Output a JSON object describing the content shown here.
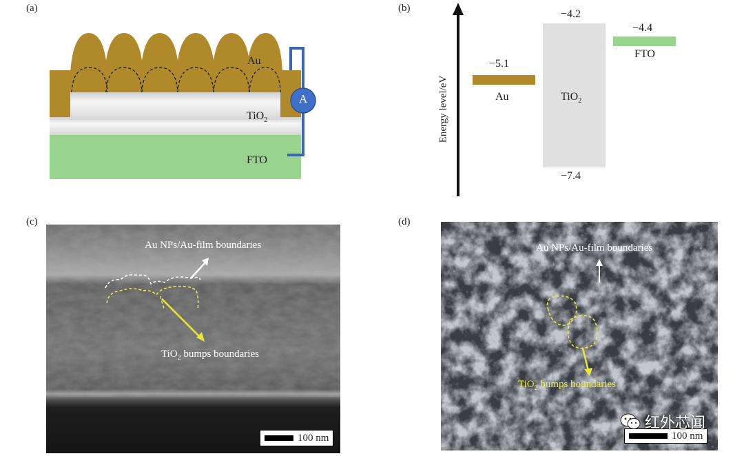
{
  "panels": {
    "a": {
      "label": "(a)",
      "labels": {
        "au": "Au",
        "tio2_main": "TiO",
        "tio2_sub": "2",
        "fto": "FTO",
        "ammeter": "A"
      },
      "colors": {
        "au": "#b08a2a",
        "tio2": "#e2e2e2",
        "fto": "#99d48e",
        "wire": "#3a66b3",
        "meter": "#3f6fc6"
      }
    },
    "b": {
      "label": "(b)",
      "ylabel": "Energy level/eV",
      "au": {
        "label": "Au",
        "value_label": "−5.1",
        "value": -5.1,
        "color": "#b08a2a"
      },
      "tio2": {
        "label_main": "TiO",
        "label_sub": "2",
        "top_label": "−4.2",
        "bottom_label": "−7.4",
        "top": -4.2,
        "bottom": -7.4,
        "color": "#e0e0e0"
      },
      "fto": {
        "label": "FTO",
        "value_label": "−4.4",
        "value": -4.4,
        "color": "#99d48e"
      }
    },
    "c": {
      "label": "(c)",
      "annot_top": "Au NPs/Au-film boundaries",
      "annot_bottom_main": "TiO",
      "annot_bottom_sub": "2",
      "annot_bottom_rest": " bumps boundaries",
      "scale": "100 nm"
    },
    "d": {
      "label": "(d)",
      "annot_top": "Au NPs/Au-film boundaries",
      "annot_bottom_main": "TiO",
      "annot_bottom_sub": "2",
      "annot_bottom_rest": " bumps boundaries",
      "scale": "100 nm",
      "watermark": "红外芯闻"
    }
  }
}
